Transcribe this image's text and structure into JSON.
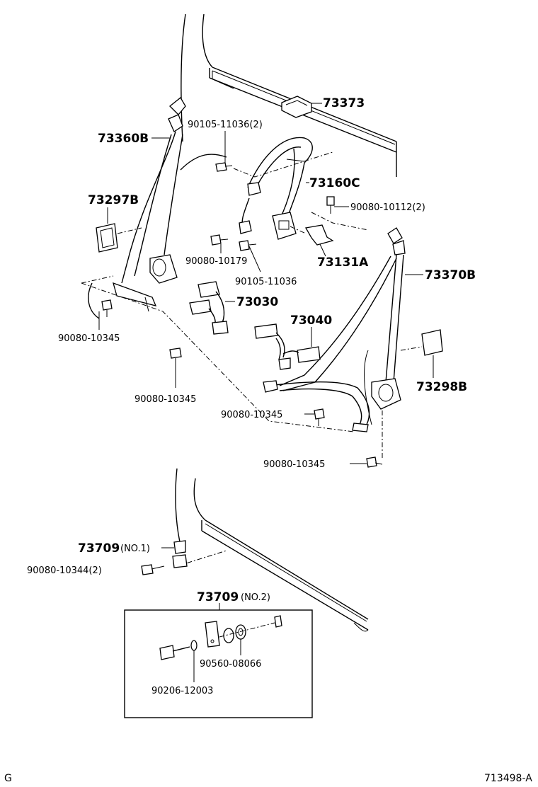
{
  "labels": {
    "p73373": "73373",
    "p73360B": "73360B",
    "p90105_11036_2": "90105-11036(2)",
    "p73160C": "73160C",
    "p73297B": "73297B",
    "p90080_10112_2": "90080-10112(2)",
    "p90080_10179": "90080-10179",
    "p73131A": "73131A",
    "p90105_11036": "90105-11036",
    "p73370B": "73370B",
    "p73030": "73030",
    "p73040": "73040",
    "p90080_10345_a": "90080-10345",
    "p90080_10345_b": "90080-10345",
    "p90080_10345_c": "90080-10345",
    "p73298B": "73298B",
    "p90080_10345_d": "90080-10345",
    "p73709_no1": "73709",
    "p73709_no1_note": "(NO.1)",
    "p90080_10344_2": "90080-10344(2)",
    "p73709_no2": "73709",
    "p73709_no2_note": "(NO.2)",
    "p90560_08066": "90560-08066",
    "p90206_12003": "90206-12003"
  },
  "footer": {
    "left": "G",
    "right": "713498-A"
  }
}
